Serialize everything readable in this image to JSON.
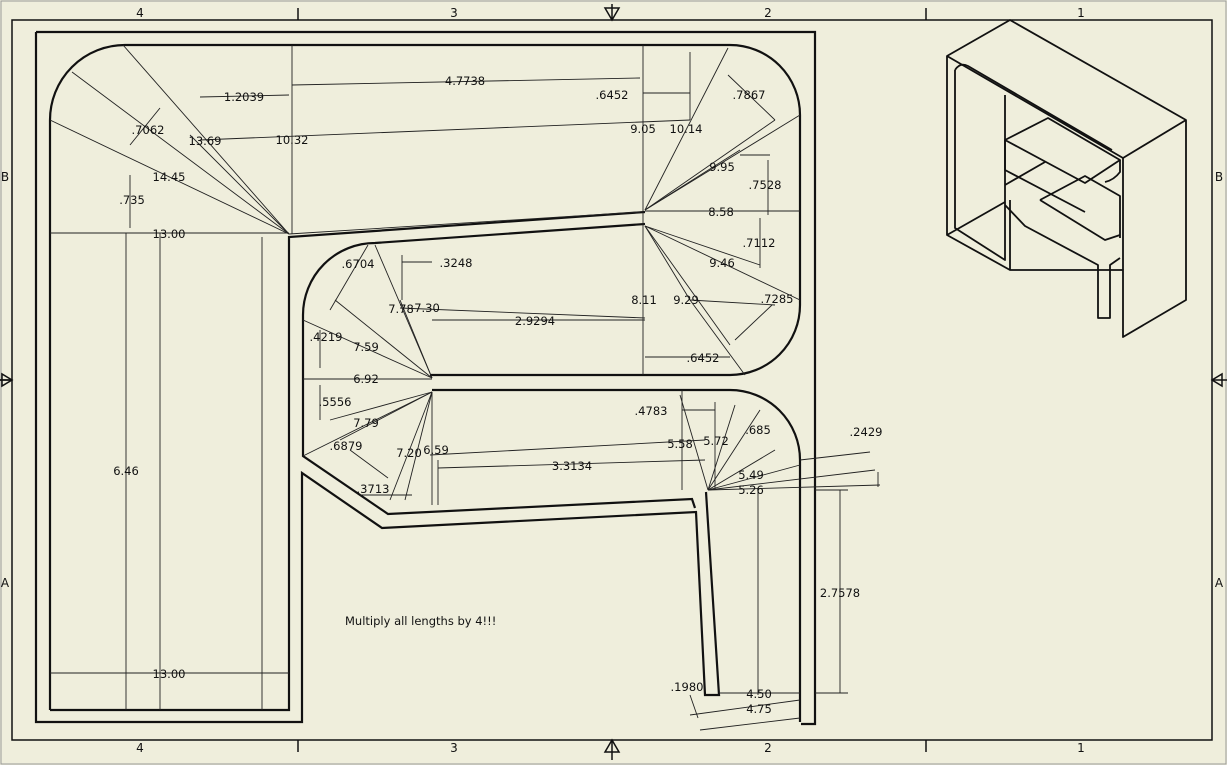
{
  "sheet": {
    "zones_top": [
      "4",
      "3",
      "2",
      "1"
    ],
    "zones_bottom": [
      "4",
      "3",
      "2",
      "1"
    ],
    "zones_left": [
      "B",
      "A"
    ],
    "zones_right": [
      "B",
      "A"
    ]
  },
  "note": "Multiply all lengths by 4!!!",
  "dimensions": [
    ".7062",
    "13.69",
    "1.2039",
    "10.32",
    "4.7738",
    ".6452",
    "9.05",
    "10.14",
    ".7867",
    "14.45",
    ".735",
    "13.00",
    "9.95",
    ".7528",
    "8.58",
    ".6704",
    ".3248",
    "7.78",
    "7.30",
    "2.9294",
    "8.11",
    "9.29",
    ".7112",
    "9.46",
    ".7285",
    ".4219",
    "7.59",
    "6.92",
    ".6452",
    ".5556",
    ".4783",
    "5.58",
    "5.72",
    ".685",
    ".2429",
    "7.79",
    ".6879",
    "7.20",
    "6.59",
    "3.3134",
    "5.49",
    "5.26",
    ".3713",
    "6.46",
    "2.7578",
    "13.00",
    ".1980",
    "4.50",
    "4.75"
  ]
}
